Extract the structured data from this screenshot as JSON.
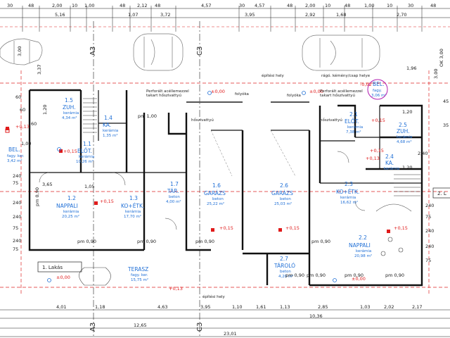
{
  "dims_top": [
    "30",
    "48",
    "2,00",
    "10",
    "1,00",
    "48",
    "2,12",
    "48",
    "4,57",
    "30",
    "4,57",
    "48",
    "2,00",
    "10",
    "48",
    "1,00",
    "10",
    "30",
    "48"
  ],
  "dims_top2": [
    "5,16",
    "1,07",
    "3,72",
    "3,95",
    "2,92",
    "1,68",
    "2,70"
  ],
  "axis_labels": {
    "a3_top": "A3",
    "c3_top": "C3",
    "a3_bottom": "A3",
    "c3_bottom": "C3"
  },
  "rooms": [
    {
      "num": "1.5",
      "name": "ZUH.",
      "mat": "kerámia",
      "area": "4,34 m²"
    },
    {
      "num": "1.4",
      "name": "KA.",
      "mat": "kerámia",
      "area": "1,35 m²"
    },
    {
      "num": "1.1",
      "name": "ELŐT.",
      "mat": "kerámia",
      "area": "10,26 m²"
    },
    {
      "num": "BEL.",
      "name": "",
      "mat": "fagy. ker.",
      "area": "3,42 m²"
    },
    {
      "num": "1.2",
      "name": "NAPPALI",
      "mat": "kerámia",
      "area": "20,25 m²"
    },
    {
      "num": "1.3",
      "name": "KO+ÉTK.",
      "mat": "kerámia",
      "area": "17,70 m²"
    },
    {
      "num": "1.7",
      "name": "TÁR.",
      "mat": "beton",
      "area": "4,00 m²"
    },
    {
      "num": "1.6",
      "name": "GARÁZS",
      "mat": "beton",
      "area": "25,22 m²"
    },
    {
      "num": "2.6",
      "name": "GARÁZS",
      "mat": "beton",
      "area": "25,03 m²"
    },
    {
      "num": "2.3",
      "name": "KO+ÉTK.",
      "mat": "kerámia",
      "area": "16,62 m²"
    },
    {
      "num": "2.1",
      "name": "ELŐT.",
      "mat": "kerámia",
      "area": "7,38 m²"
    },
    {
      "num": "2.5",
      "name": "ZUH.",
      "mat": "kerámia",
      "area": "4,68 m²"
    },
    {
      "num": "2.4",
      "name": "KA.",
      "mat": "kerámia",
      "area": ""
    },
    {
      "num": "2.2",
      "name": "NAPPALI",
      "mat": "kerámia",
      "area": "20,98 m²"
    },
    {
      "num": "2.7",
      "name": "TÁROLÓ",
      "mat": "beton",
      "area": "4,20 m²"
    },
    {
      "num": "",
      "name": "TERASZ",
      "mat": "fagy. ker.",
      "area": "15,75 m²"
    },
    {
      "num": "BEL.",
      "name": "",
      "mat": "fagy.",
      "area": "3,06 m²"
    }
  ],
  "levels": [
    "±0,00",
    "+0,15",
    "+0,13",
    "-0,02",
    "±0,00",
    "+0,15",
    "+0,15",
    "+0,15",
    "+0,15",
    "+0,15",
    "+0,13",
    "±0,00",
    "+0,15",
    "±0,00",
    "+0,13"
  ],
  "notes": {
    "epitesi_hely_top": "építési hely",
    "epitesi_hely_bottom": "építési hely",
    "perforalt_1": "Perforált acéllemezzel",
    "perforalt_2": "takart hőszivattyú",
    "folyoka": "folyóka",
    "hoszivattyu": "hőszivattyú",
    "lakas1": "1. Lakás",
    "lakas2": "2. L",
    "keszulek": "rágó. kémény/csap helye",
    "fagykeri": "fagy. ker"
  },
  "dims_bottom": [
    "4,01",
    "1,18",
    "4,63",
    "3,95",
    "1,10",
    "1,61",
    "1,13",
    "2,85",
    "1,03",
    "2,02",
    "2,17",
    "10,36",
    "12,65",
    "23,01"
  ],
  "dims_side_left": [
    "3,00",
    "3,37",
    "60",
    "1,20",
    "60",
    "60",
    "1,00",
    "240",
    "75",
    "240",
    "3,65",
    "240",
    "75",
    "240",
    "75",
    "1,05"
  ],
  "dims_side_right": [
    "OK 3,00",
    "1,96",
    "3,00",
    "1,20",
    "2,40",
    "1,20",
    "240",
    "75",
    "240",
    "240",
    "75",
    "45",
    "35"
  ],
  "misc": [
    "pm 0,90",
    "pm 1,00",
    "pm 0,90",
    "pm 0,90",
    "pm 0,90",
    "pm 0,90",
    "pm 0,90",
    "pm 0,90",
    "pm 0,90",
    "pm 0,90"
  ]
}
